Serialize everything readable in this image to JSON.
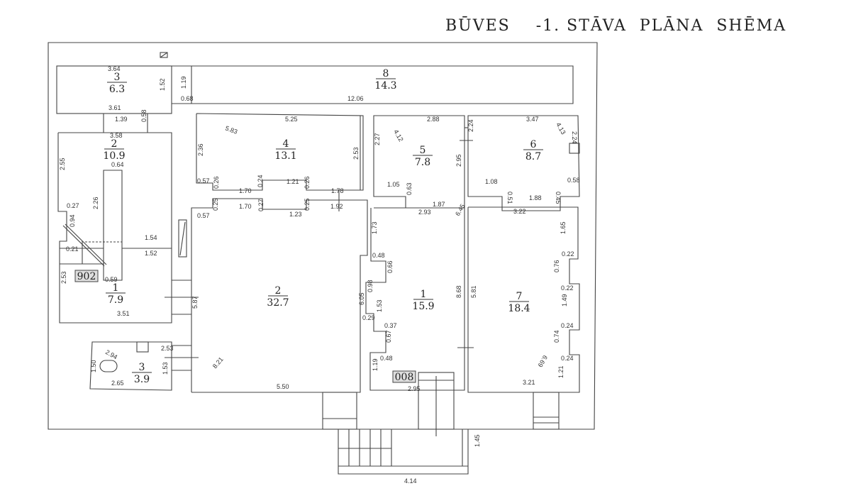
{
  "title": "BŪVES    -1. STĀVA  PLĀNA  SHĒMA",
  "rooms": [
    {
      "num": "3",
      "area": "6.3"
    },
    {
      "num": "2",
      "area": "10.9"
    },
    {
      "num": "1",
      "area": "7.9"
    },
    {
      "num": "3",
      "area": "3.9"
    },
    {
      "num": "8",
      "area": "14.3"
    },
    {
      "num": "4",
      "area": "13.1"
    },
    {
      "num": "2",
      "area": "32.7"
    },
    {
      "num": "5",
      "area": "7.8"
    },
    {
      "num": "6",
      "area": "8.7"
    },
    {
      "num": "1",
      "area": "15.9"
    },
    {
      "num": "7",
      "area": "18.4"
    }
  ],
  "tags": [
    "902",
    "008"
  ],
  "dims": [
    "3.64",
    "1.52",
    "3.61",
    "0.68",
    "1.19",
    "12.06",
    "1.39",
    "0.58",
    "3.58",
    "0.64",
    "2.55",
    "0.27",
    "2.26",
    "0.94",
    "0.21",
    "1.54",
    "1.52",
    "2.53",
    "0.59",
    "3.51",
    "5.87",
    "2.94",
    "2.53",
    "1.50",
    "2.65",
    "1.53",
    "8.21",
    "5.50",
    "5.25",
    "5.83",
    "2.36",
    "2.53",
    "0.57",
    "0.26",
    "1.70",
    "0.24",
    "1.21",
    "0.26",
    "1.78",
    "0.57",
    "0.25",
    "1.70",
    "0.27",
    "1.23",
    "0.25",
    "1.92",
    "2.88",
    "4.12",
    "2.27",
    "2.95",
    "1.05",
    "0.63",
    "1.87",
    "2.93",
    "2.24",
    "3.47",
    "4.13",
    "2.24",
    "1.08",
    "0.51",
    "1.88",
    "0.58",
    "0.45",
    "3.22",
    "6.45",
    "1.73",
    "0.48",
    "0.66",
    "6.05",
    "0.98",
    "0.29",
    "1.53",
    "0.37",
    "0.67",
    "0.48",
    "1.19",
    "2.95",
    "8.68",
    "5.81",
    "1.65",
    "0.22",
    "0.76",
    "0.22",
    "1.49",
    "0.24",
    "0.74",
    "0.24",
    "6.69",
    "1.21",
    "3.21",
    "1.45",
    "4.14"
  ]
}
